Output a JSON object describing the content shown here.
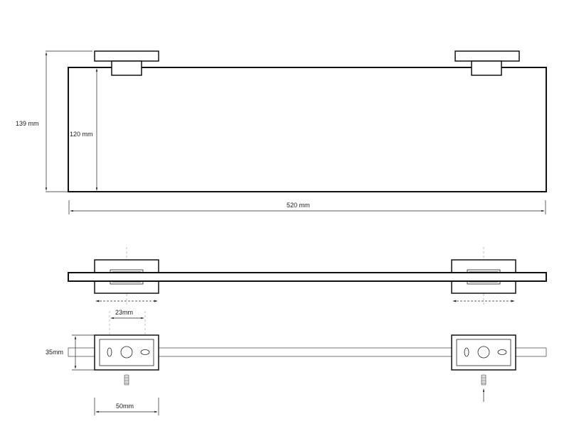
{
  "dimensions": {
    "total_height": "139 mm",
    "glass_height": "120 mm",
    "width": "520 mm",
    "hole_spacing": "23mm",
    "bracket_height": "35mm",
    "bracket_width": "50mm"
  },
  "colors": {
    "line": "#111111",
    "background": "#ffffff",
    "centerline": "#999999"
  }
}
